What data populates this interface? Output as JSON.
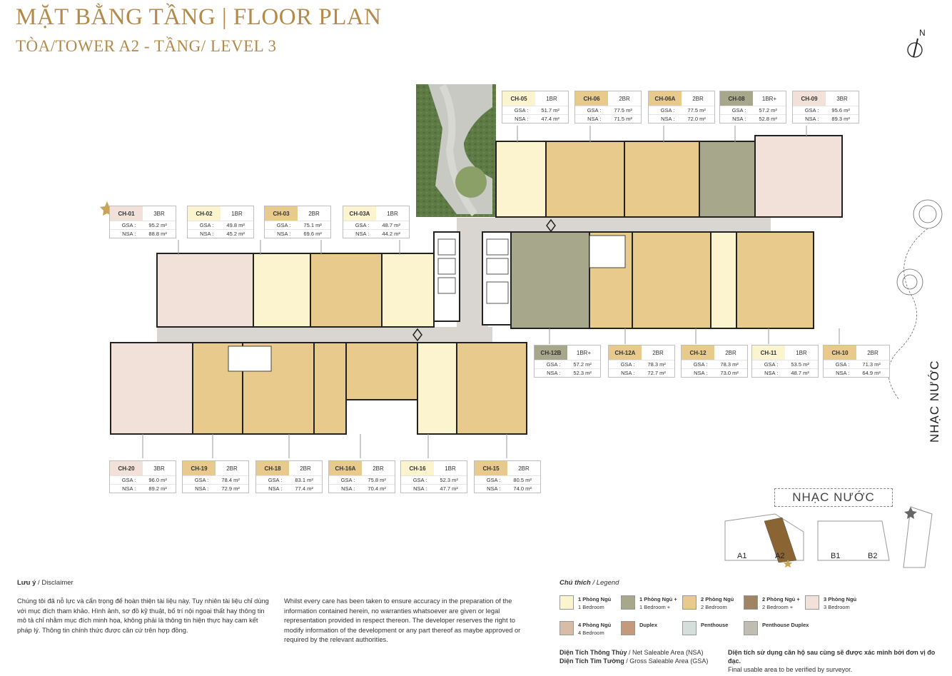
{
  "header": {
    "title": "MẶT BẰNG TẦNG | FLOOR PLAN",
    "subtitle": "TÒA/TOWER A2 - TẦNG/ LEVEL 3"
  },
  "compass_label": "N",
  "units": [
    {
      "code": "CH-05",
      "type": "1BR",
      "gsa": "51.7 m²",
      "nsa": "47.4 m²",
      "color": "#fcf4cf"
    },
    {
      "code": "CH-06",
      "type": "2BR",
      "gsa": "77.5 m²",
      "nsa": "71.5 m²",
      "color": "#e8ca8d"
    },
    {
      "code": "CH-06A",
      "type": "2BR",
      "gsa": "77.5 m²",
      "nsa": "72.0 m²",
      "color": "#e8ca8d"
    },
    {
      "code": "CH-08",
      "type": "1BR+",
      "gsa": "57.2 m²",
      "nsa": "52.8 m²",
      "color": "#a7a88b"
    },
    {
      "code": "CH-09",
      "type": "3BR",
      "gsa": "95.6 m²",
      "nsa": "89.3 m²",
      "color": "#f2e1d9"
    },
    {
      "code": "CH-01",
      "type": "3BR",
      "gsa": "95.2 m²",
      "nsa": "88.8 m²",
      "color": "#f2e1d9"
    },
    {
      "code": "CH-02",
      "type": "1BR",
      "gsa": "49.8 m²",
      "nsa": "45.2 m²",
      "color": "#fcf4cf"
    },
    {
      "code": "CH-03",
      "type": "2BR",
      "gsa": "75.1 m²",
      "nsa": "69.6 m²",
      "color": "#e8ca8d"
    },
    {
      "code": "CH-03A",
      "type": "1BR",
      "gsa": "48.7 m²",
      "nsa": "44.2 m²",
      "color": "#fcf4cf"
    },
    {
      "code": "CH-12B",
      "type": "1BR+",
      "gsa": "57.2 m²",
      "nsa": "52.3 m²",
      "color": "#a7a88b"
    },
    {
      "code": "CH-12A",
      "type": "2BR",
      "gsa": "78.3 m²",
      "nsa": "72.7 m²",
      "color": "#e8ca8d"
    },
    {
      "code": "CH-12",
      "type": "2BR",
      "gsa": "78.3 m²",
      "nsa": "73.0 m²",
      "color": "#e8ca8d"
    },
    {
      "code": "CH-11",
      "type": "1BR",
      "gsa": "53.5 m²",
      "nsa": "48.7 m²",
      "color": "#fcf4cf"
    },
    {
      "code": "CH-10",
      "type": "2BR",
      "gsa": "71.3 m²",
      "nsa": "64.9 m²",
      "color": "#e8ca8d"
    },
    {
      "code": "CH-20",
      "type": "3BR",
      "gsa": "96.0 m²",
      "nsa": "89.2 m²",
      "color": "#f2e1d9"
    },
    {
      "code": "CH-19",
      "type": "2BR",
      "gsa": "78.4 m²",
      "nsa": "72.9 m²",
      "color": "#e8ca8d"
    },
    {
      "code": "CH-18",
      "type": "2BR",
      "gsa": "83.1 m²",
      "nsa": "77.4 m²",
      "color": "#e8ca8d"
    },
    {
      "code": "CH-16A",
      "type": "2BR",
      "gsa": "75.8 m²",
      "nsa": "70.4 m²",
      "color": "#e8ca8d"
    },
    {
      "code": "CH-16",
      "type": "1BR",
      "gsa": "52.3 m²",
      "nsa": "47.7 m²",
      "color": "#fcf4cf"
    },
    {
      "code": "CH-15",
      "type": "2BR",
      "gsa": "80.5 m²",
      "nsa": "74.0 m²",
      "color": "#e8ca8d"
    }
  ],
  "card_labels": {
    "gsa": "GSA :",
    "nsa": "NSA :"
  },
  "disclaimer": {
    "title_vi": "Lưu ý",
    "title_en": " / Disclaimer",
    "text_vi": "Chúng tôi đã nỗ lực và cẩn trọng để hoàn thiện tài liệu này. Tuy nhiên tài liệu chỉ dùng với mục đích tham khảo. Hình ảnh, sơ đồ kỹ thuật, bố trí nội ngoại thất hay thông tin mô tả chỉ nhằm mục đích minh họa, không phải là thông tin hiện thực hay cam kết pháp lý. Thông tin chính thức được căn cứ trên hợp đồng.",
    "text_en": "Whilst every care has been taken to ensure accuracy in the preparation of the information contained herein, no warranties whatsoever are given or legal representation provided in respect thereon. The developer reserves the right to modify information of the development or any part thereof as maybe approved or required by the relevant authorities."
  },
  "legend": {
    "title_vi": "Chú thích",
    "title_en": " / Legend",
    "items": [
      {
        "vi": "1 Phòng Ngủ",
        "en": "1 Bedroom",
        "color": "#fcf4cf"
      },
      {
        "vi": "1 Phòng Ngủ +",
        "en": "1 Bedroom +",
        "color": "#a7a88b"
      },
      {
        "vi": "2 Phòng Ngủ",
        "en": "2 Bedroom",
        "color": "#e8ca8d"
      },
      {
        "vi": "2 Phòng Ngủ +",
        "en": "2 Bedroom +",
        "color": "#a08565"
      },
      {
        "vi": "3 Phòng Ngủ",
        "en": "3 Bedroom",
        "color": "#f2e1d9"
      },
      {
        "vi": "4 Phòng Ngủ",
        "en": "4 Bedroom",
        "color": "#d8bca6"
      },
      {
        "vi": "Duplex",
        "en": "",
        "color": "#c59a7c"
      },
      {
        "vi": "Penthouse",
        "en": "",
        "color": "#d6dedb"
      },
      {
        "vi": "Penthouse Duplex",
        "en": "",
        "color": "#bfbcb1"
      }
    ]
  },
  "area_notes": {
    "nsa_vi": "Diện Tích Thông Thủy",
    "nsa_en": " / Net Saleable Area (NSA)",
    "gsa_vi": "Diện Tích Tim Tường",
    "gsa_en": " / Gross Saleable Area (GSA)",
    "final_vi": "Diện tích sử dụng căn hộ sau cùng sẽ được xác minh bởi đơn vị đo đạc.",
    "final_en": "Final usable area to be verified by surveyor."
  },
  "keyplan": {
    "title": "NHẠC NƯỚC",
    "towers": [
      "A1",
      "A2",
      "B1",
      "B2"
    ]
  },
  "side_label": "NHẠC NƯỚC"
}
